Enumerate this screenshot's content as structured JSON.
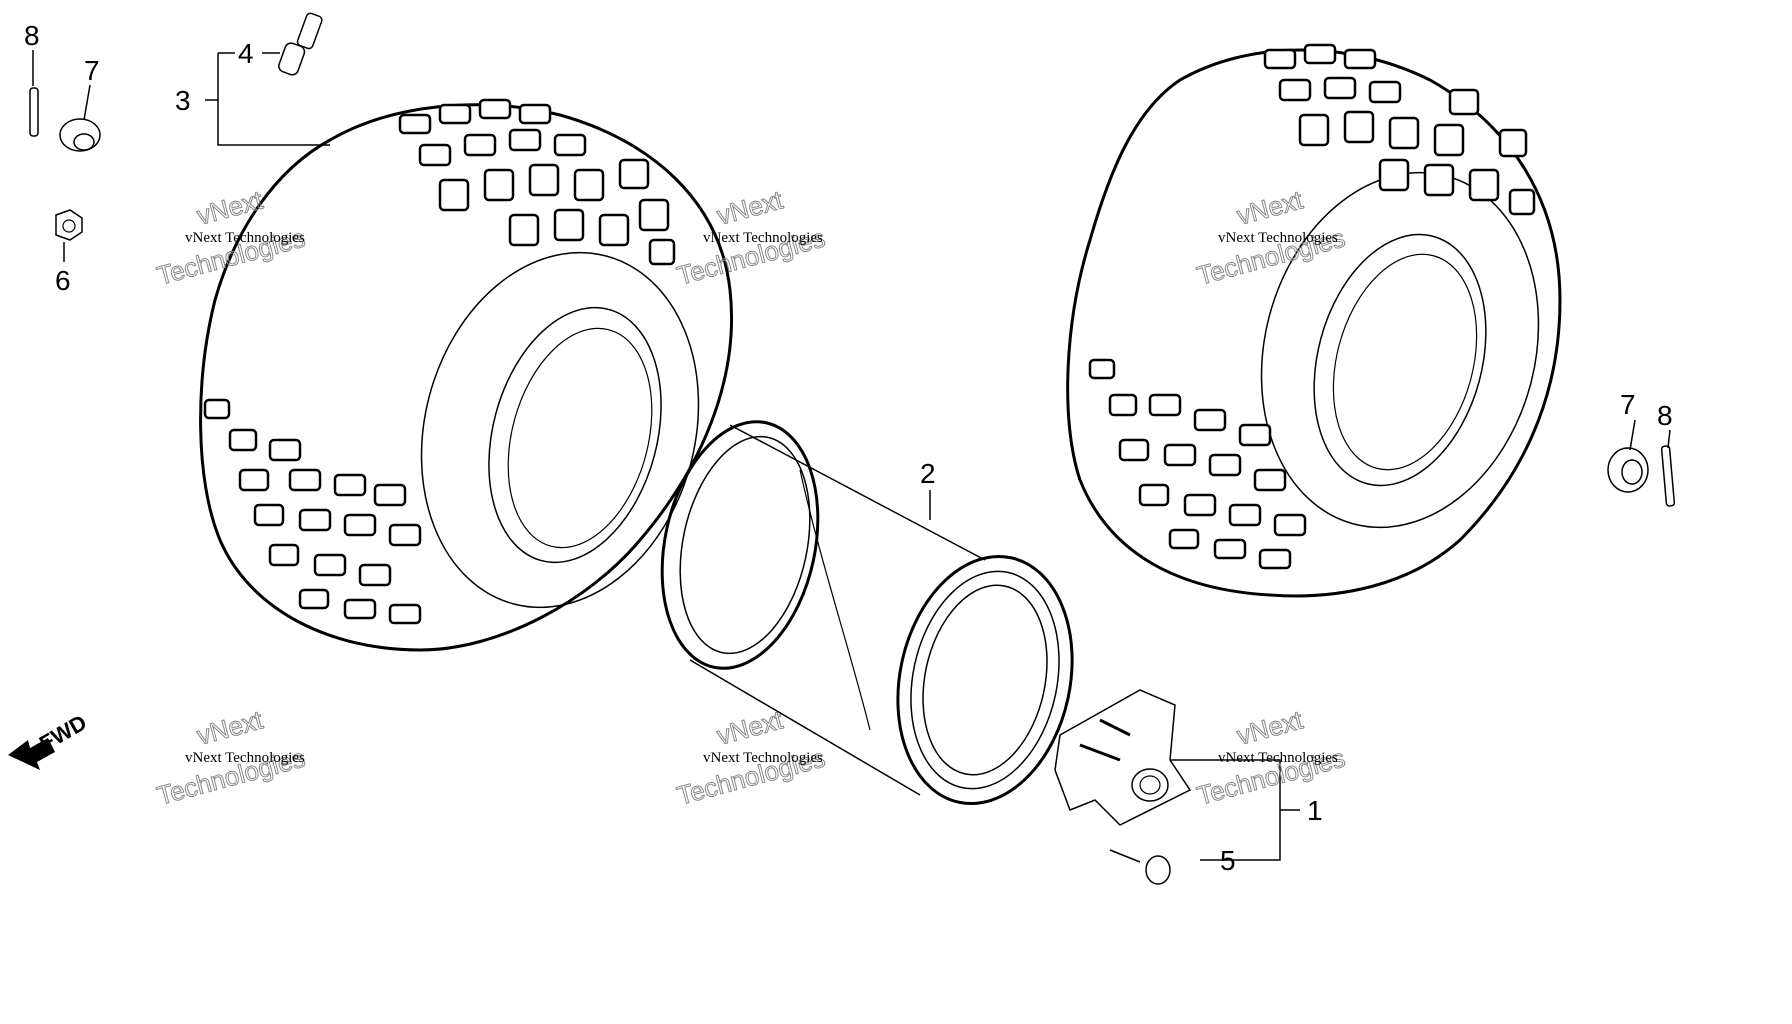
{
  "watermark": {
    "line1": "vNext Technologies",
    "line2_a": "vNext",
    "line2_b": "Technologies"
  },
  "direction_label": "FWD",
  "callouts": {
    "tire_left_assembly": "3",
    "valve": "4",
    "pin_left": "8",
    "nut_left": "7",
    "hub_nut": "6",
    "rim": "2",
    "hub_assembly": "1",
    "hub_bolt": "5",
    "nut_right": "7",
    "pin_right": "8"
  },
  "colors": {
    "line": "#000000",
    "background": "#ffffff",
    "watermark_outline": "#888888"
  }
}
